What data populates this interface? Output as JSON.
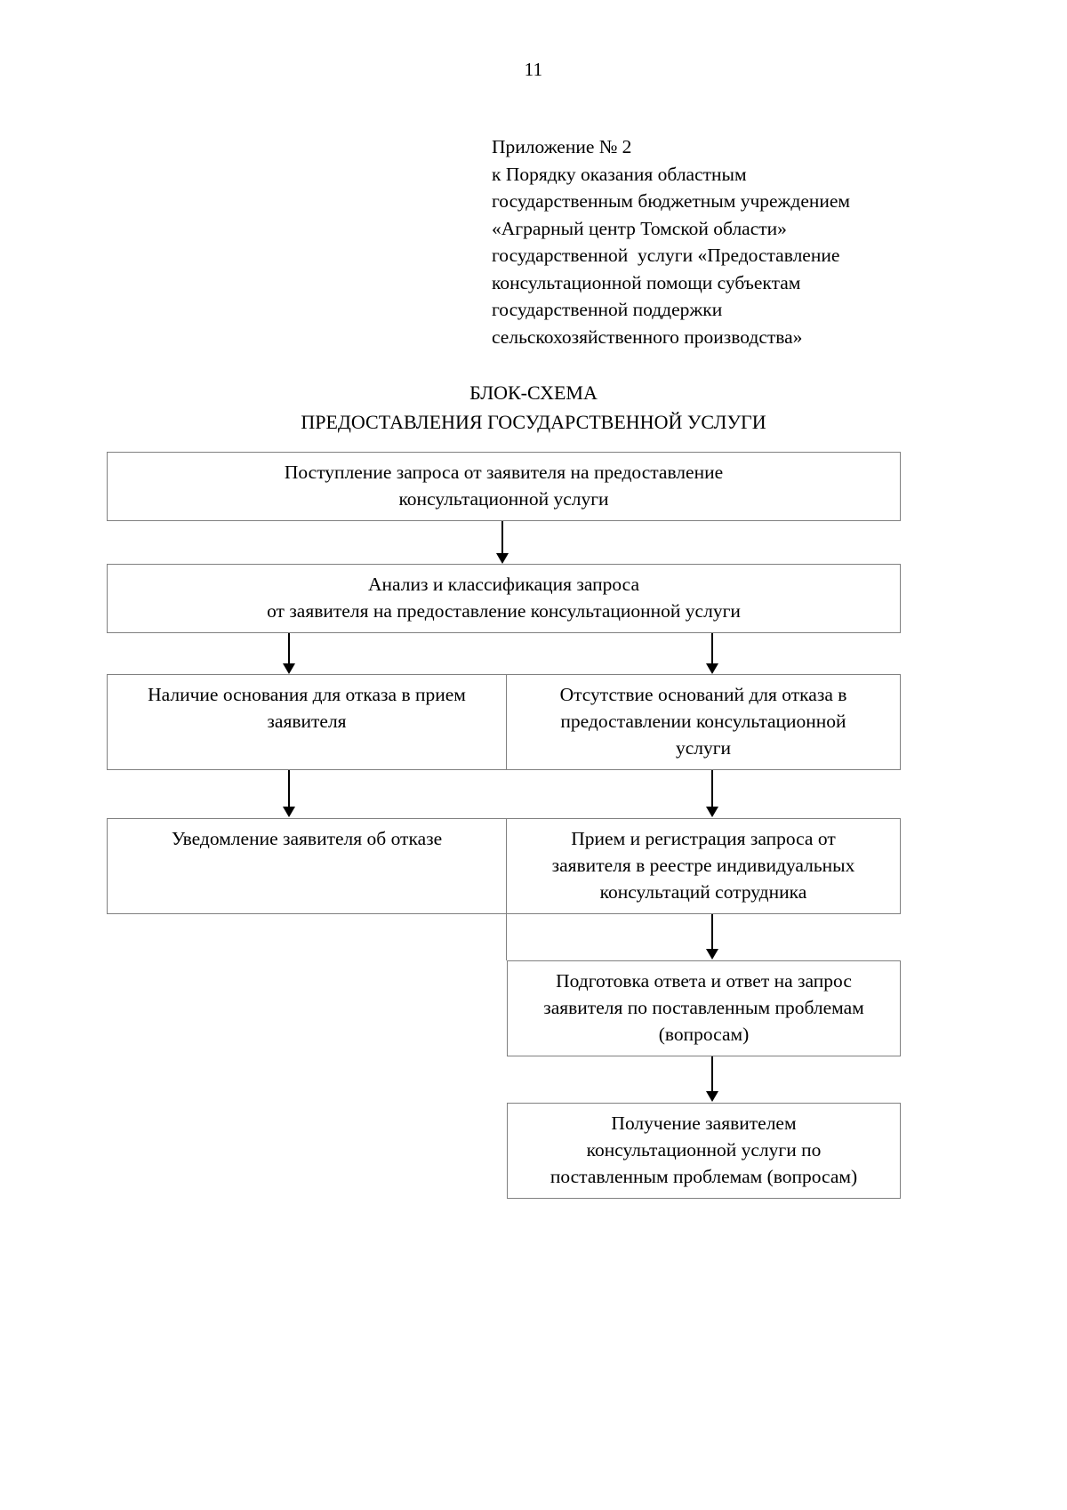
{
  "page": {
    "number": "11"
  },
  "appendix": {
    "lines": [
      "Приложение № 2",
      "к Порядку оказания областным",
      "государственным бюджетным учреждением",
      "«Аграрный центр Томской области»",
      "государственной  услуги «Предоставление",
      "консультационной помощи субъектам",
      "государственной поддержки",
      "сельскохозяйственного производства»"
    ]
  },
  "title": {
    "line1": "БЛОК-СХЕМА",
    "line2": "ПРЕДОСТАВЛЕНИЯ ГОСУДАРСТВЕННОЙ УСЛУГИ"
  },
  "flowchart": {
    "type": "flowchart",
    "nodes": [
      {
        "id": "node-1",
        "name": "request-received",
        "lines": [
          "Поступление запроса от заявителя на предоставление",
          "консультационной услуги"
        ]
      },
      {
        "id": "node-2",
        "name": "request-analysis",
        "lines": [
          "Анализ и классификация запроса",
          "от заявителя на предоставление консультационной услуги"
        ]
      },
      {
        "id": "node-3-left",
        "name": "refusal-grounds-present",
        "lines": [
          "Наличие основания для отказа в прием",
          "заявителя"
        ]
      },
      {
        "id": "node-3-right",
        "name": "refusal-grounds-absent",
        "lines": [
          "Отсутствие оснований для отказа в",
          "предоставлении консультационной",
          "услуги"
        ]
      },
      {
        "id": "node-4-left",
        "name": "refusal-notification",
        "lines": [
          "Уведомление заявителя об отказе"
        ]
      },
      {
        "id": "node-4-right",
        "name": "request-registration",
        "lines": [
          "Прием и регистрация запроса от",
          "заявителя в реестре индивидуальных",
          "консультаций сотрудника"
        ]
      },
      {
        "id": "node-5",
        "name": "answer-preparation",
        "lines": [
          "Подготовка ответа и ответ на запрос",
          "заявителя по поставленным проблемам",
          "(вопросам)"
        ]
      },
      {
        "id": "node-6",
        "name": "service-received",
        "lines": [
          "Получение заявителем",
          "консультационной услуги по",
          "поставленным проблемам (вопросам)"
        ]
      }
    ],
    "edges": [
      {
        "name": "arrow-1-to-2",
        "from": "node-1",
        "to": "node-2"
      },
      {
        "name": "arrow-2-to-3left",
        "from": "node-2",
        "to": "node-3-left"
      },
      {
        "name": "arrow-2-to-3right",
        "from": "node-2",
        "to": "node-3-right"
      },
      {
        "name": "arrow-3left-to-4left",
        "from": "node-3-left",
        "to": "node-4-left"
      },
      {
        "name": "arrow-3right-to-4right",
        "from": "node-3-right",
        "to": "node-4-right"
      },
      {
        "name": "arrow-4right-to-5",
        "from": "node-4-right",
        "to": "node-5"
      },
      {
        "name": "arrow-5-to-6",
        "from": "node-5",
        "to": "node-6"
      }
    ]
  },
  "colors": {
    "text": "#000000",
    "box_border": "#808080",
    "arrow": "#000000",
    "background": "#ffffff"
  }
}
